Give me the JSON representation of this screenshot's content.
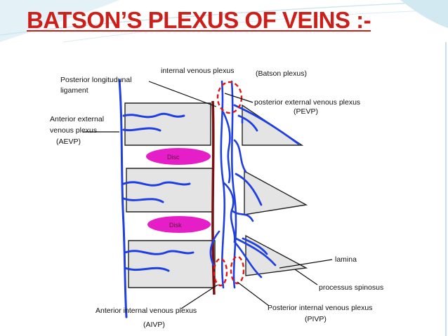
{
  "slide": {
    "title": "BATSON’S PLEXUS OF VEINS :-"
  },
  "colors": {
    "title": "#cc1f1a",
    "vein": "#1f3fe0",
    "ligament": "#7a1010",
    "disc": "#e61ec8",
    "bone": "#e4e4e4",
    "highlight": "#e01818",
    "slide_accent": "#b9dbe8"
  },
  "labels": {
    "internal_venous_plexus": "internal venous plexus",
    "batson_plexus": "(Batson plexus)",
    "posterior_longitudinal_ligament_1": "Posterior longitudunal",
    "posterior_longitudinal_ligament_2": "ligament",
    "posterior_external_1": "posterior external venous plexus",
    "posterior_external_2": "(PEVP)",
    "anterior_external_1": "Anterior external",
    "anterior_external_2": "venous plexus",
    "anterior_external_3": "(AEVP)",
    "disc_upper": "Disc",
    "disc_lower": "Disk",
    "lamina": "lamina",
    "processus_spinosus": "processus spinosus",
    "anterior_internal_1": "Anterior internal venous plexus",
    "anterior_internal_2": "(AIVP)",
    "posterior_internal_1": "Posterior internal venous plexus",
    "posterior_internal_2": "(PIVP)"
  }
}
